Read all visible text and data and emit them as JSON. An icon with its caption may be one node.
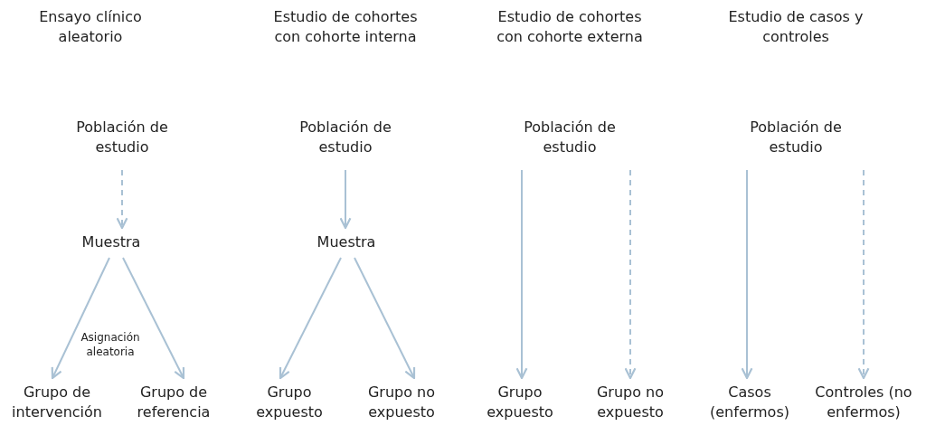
{
  "diagram": {
    "nodes": [
      {
        "text": [
          "Población de estudio"
        ]
      },
      {
        "text": [
          "Muestra"
        ]
      },
      {
        "text": [
          "Grupo de intervención"
        ]
      },
      {
        "text": [
          "Grupo de referencia"
        ]
      },
      {
        "text": [
          "Población de estudio"
        ]
      },
      {
        "text": [
          "Muestra"
        ]
      },
      {
        "text": [
          "Grupo expuesto"
        ]
      },
      {
        "text": [
          "Grupo no expuesto"
        ]
      },
      {
        "text": [
          "Población de estudio"
        ]
      },
      {
        "text": [
          "Grupo expuesto"
        ]
      },
      {
        "text": [
          "Grupo no expuesto"
        ]
      },
      {
        "text": [
          "Población de estudio"
        ]
      },
      {
        "text": [
          "Casos (enfermos)"
        ]
      },
      {
        "text": [
          "Controles (no enfermos)"
        ]
      }
    ],
    "edges": [
      {
        "from": 0,
        "to": 1,
        "arrow": "to",
        "style": "dashed"
      },
      {
        "from": 1,
        "to": 2,
        "arrow": "to"
      },
      {
        "from": 1,
        "to": 3,
        "arrow": "to"
      },
      {
        "from": 4,
        "to": 5,
        "arrow": "to"
      },
      {
        "from": 5,
        "to": 6,
        "arrow": "to"
      },
      {
        "from": 5,
        "to": 7,
        "arrow": "to"
      },
      {
        "from": 8,
        "to": 9,
        "arrow": "to"
      },
      {
        "from": 8,
        "to": 10,
        "arrow": "to",
        "style": "dashed"
      },
      {
        "from": 11,
        "to": 12,
        "arrow": "to"
      },
      {
        "from": 11,
        "to": 13,
        "arrow": "to",
        "style": "dashed"
      }
    ],
    "labels": [
      "Ensayo clínico aleatorio",
      "Estudio de cohortes con cohorte interna",
      "Estudio de cohortes con cohorte externa",
      "Estudio de casos y controles",
      "Asignación aleatoria"
    ]
  }
}
